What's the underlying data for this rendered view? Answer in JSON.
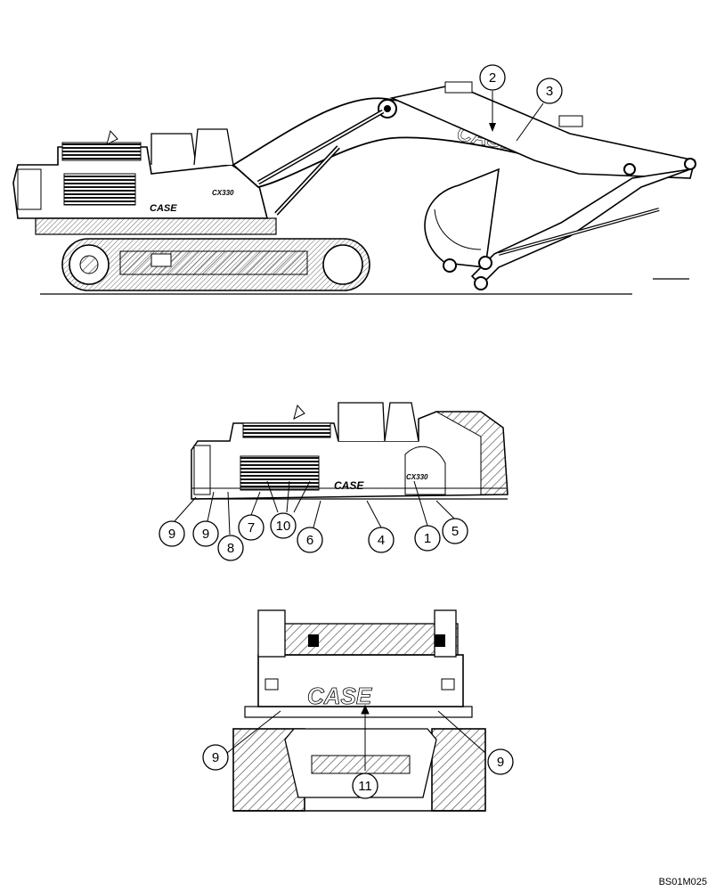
{
  "figure": {
    "brand_text": "CASE",
    "model_text": "CX330",
    "reference_code": "BS01M025"
  },
  "views": {
    "side_full": {
      "callouts": [
        {
          "id": "c2-top",
          "label": "2"
        },
        {
          "id": "c3-top",
          "label": "3"
        }
      ]
    },
    "side_upper": {
      "callouts": [
        {
          "id": "c9-a",
          "label": "9"
        },
        {
          "id": "c9-b",
          "label": "9"
        },
        {
          "id": "c8",
          "label": "8"
        },
        {
          "id": "c7",
          "label": "7"
        },
        {
          "id": "c10",
          "label": "10"
        },
        {
          "id": "c6",
          "label": "6"
        },
        {
          "id": "c4",
          "label": "4"
        },
        {
          "id": "c1",
          "label": "1"
        },
        {
          "id": "c5",
          "label": "5"
        }
      ]
    },
    "rear": {
      "callouts": [
        {
          "id": "c9-left",
          "label": "9"
        },
        {
          "id": "c11",
          "label": "11"
        },
        {
          "id": "c9-right",
          "label": "9"
        }
      ]
    }
  },
  "colors": {
    "ink": "#000000",
    "paper": "#ffffff",
    "hatch": "#555555"
  }
}
